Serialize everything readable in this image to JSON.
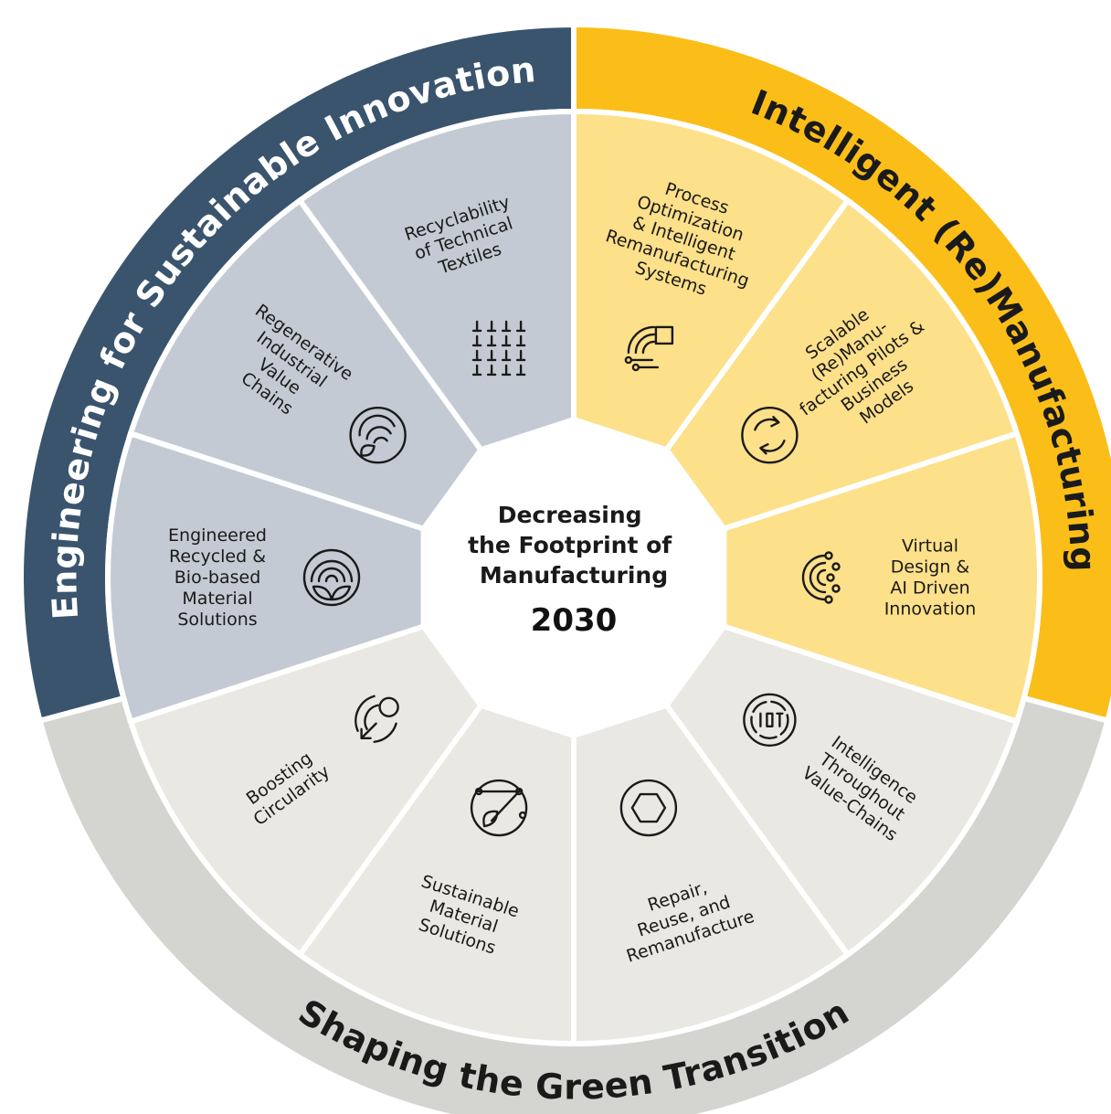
{
  "center": {
    "lines": [
      "Decreasing",
      "the Footprint of",
      "Manufacturing"
    ],
    "year": "2030"
  },
  "pillars": [
    {
      "id": "sustainable",
      "label": "Engineering for Sustainable Innovation",
      "ring_color": "#3a546e",
      "text_color": "#ffffff",
      "segment_color": "#c3cad3"
    },
    {
      "id": "remanufacturing",
      "label": "Intelligent (Re)Manufacturing",
      "ring_color": "#fbbd17",
      "text_color": "#1a1a1a",
      "segment_color": "#fde08a"
    },
    {
      "id": "green",
      "label": "Shaping the Green Transition",
      "ring_color": "#d4d4d0",
      "text_color": "#1a1a1a",
      "segment_color": "#e9e8e3"
    }
  ],
  "segments": [
    {
      "pillar": "remanufacturing",
      "icon": "circuit-square-icon",
      "lines": [
        "Process",
        "Optimization",
        "& Intelligent",
        "Remanufacturing",
        "Systems"
      ]
    },
    {
      "pillar": "remanufacturing",
      "icon": "circular-arrows-icon",
      "lines": [
        "Scalable",
        "(Re)Manu-",
        "facturing Pilots &",
        "Business",
        "Models"
      ]
    },
    {
      "pillar": "remanufacturing",
      "icon": "circuit-arc-icon",
      "lines": [
        "Virtual",
        "Design &",
        "AI Driven",
        "Innovation"
      ]
    },
    {
      "pillar": "green",
      "icon": "iot-icon",
      "lines": [
        "Intelligence",
        "Throughout",
        "Value-Chains"
      ]
    },
    {
      "pillar": "green",
      "icon": "hexagon-icon",
      "lines": [
        "Repair,",
        "Reuse, and",
        "Remanufacture"
      ]
    },
    {
      "pillar": "green",
      "icon": "leaf-network-icon",
      "lines": [
        "Sustainable",
        "Material",
        "Solutions"
      ]
    },
    {
      "pillar": "green",
      "icon": "circular-arrow-icon",
      "lines": [
        "Boosting",
        "Circularity"
      ]
    },
    {
      "pillar": "sustainable",
      "icon": "layered-leaf-icon",
      "lines": [
        "Engineered",
        "Recycled &",
        "Bio-based",
        "Material",
        "Solutions"
      ]
    },
    {
      "pillar": "sustainable",
      "icon": "leaf-waves-icon",
      "lines": [
        "Regenerative",
        "Industrial",
        "Value",
        "Chains"
      ]
    },
    {
      "pillar": "sustainable",
      "icon": "textile-pattern-icon",
      "lines": [
        "Recyclability",
        "of Technical",
        "Textiles"
      ]
    }
  ]
}
